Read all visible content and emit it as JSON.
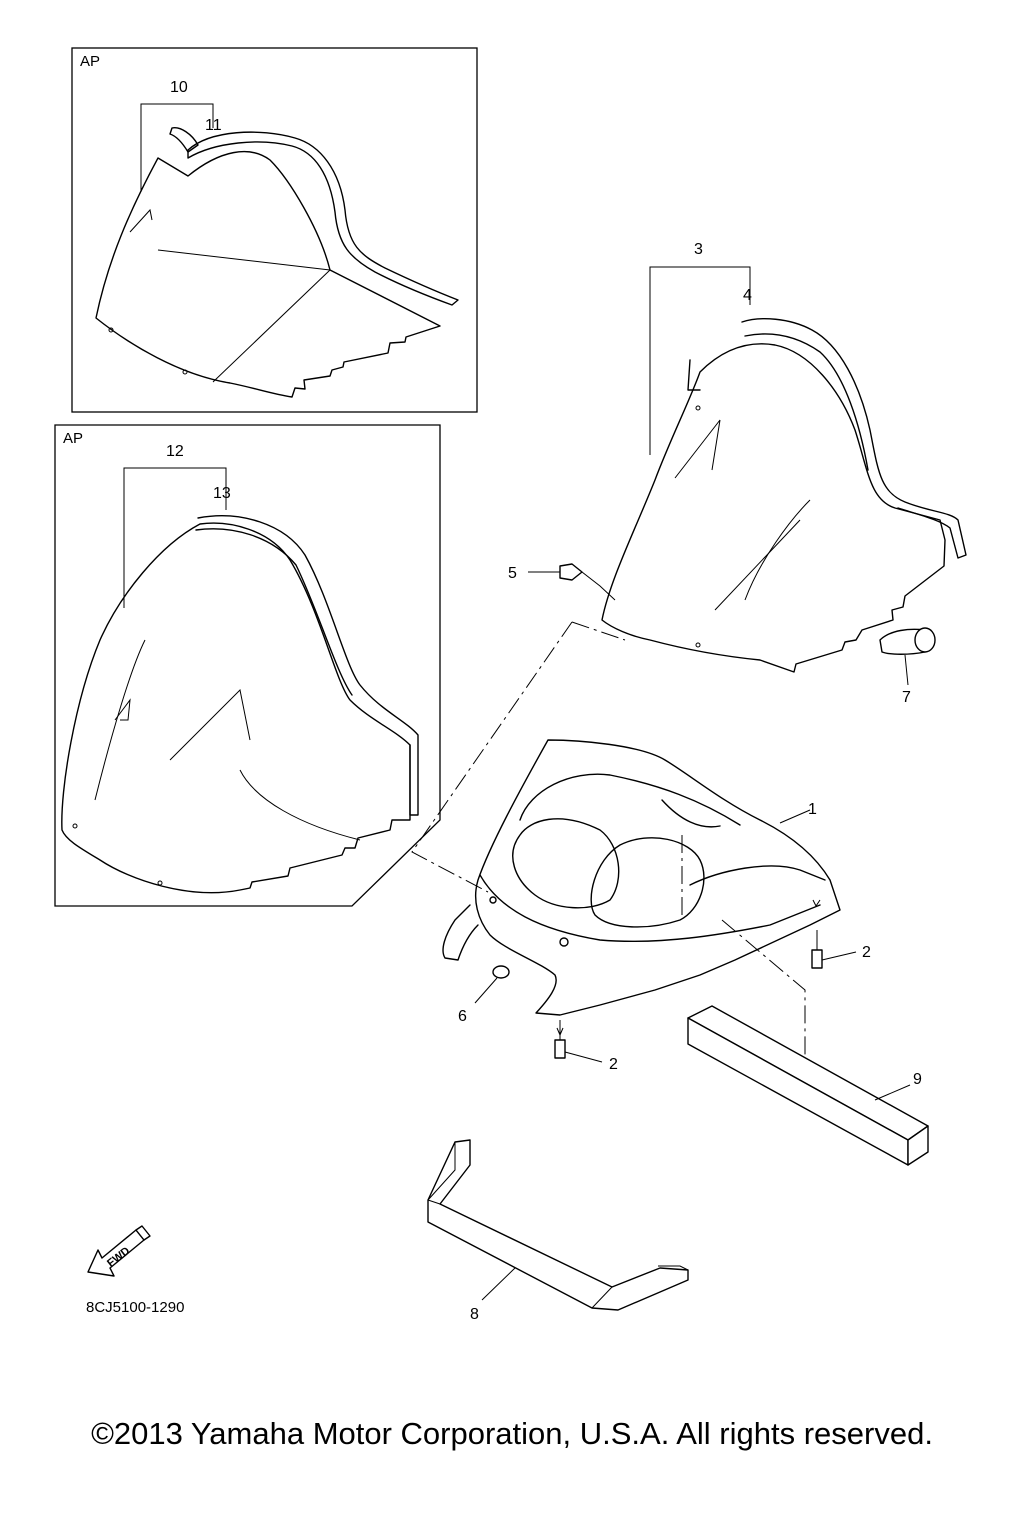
{
  "boxes": [
    {
      "label": "AP"
    },
    {
      "label": "AP"
    }
  ],
  "callouts": {
    "c1": "1",
    "c2a": "2",
    "c2b": "2",
    "c3": "3",
    "c4": "4",
    "c5": "5",
    "c6": "6",
    "c7": "7",
    "c8": "8",
    "c9": "9",
    "c10": "10",
    "c11": "11",
    "c12": "12",
    "c13": "13"
  },
  "fwd_label": "FWD",
  "diagram_code": "8CJ5100-1290",
  "copyright": "©2013 Yamaha Motor Corporation, U.S.A. All rights reserved."
}
